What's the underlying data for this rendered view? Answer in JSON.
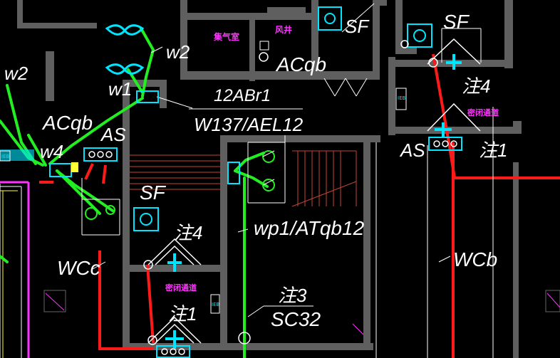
{
  "colors": {
    "background": "#000000",
    "wall": "#5f5f5f",
    "wire_green": "#22ee22",
    "wire_red": "#ff1a1a",
    "device_cyan": "#00e5ff",
    "device_white": "#ffffff",
    "text_white": "#ffffff",
    "text_magenta": "#ff33ff",
    "stair_red": "#d04030",
    "pipe_magenta": "#ff33ff",
    "pipe_yellow": "#ffff33"
  },
  "rooms": {
    "gas_room": "集气室",
    "wind_shaft": "风井",
    "fire_passage_upper": "密闭通道",
    "fire_passage_lower": "密闭通道"
  },
  "labels": {
    "w2_top": "w2",
    "w2_left": "w2",
    "w1": "w1",
    "acqb_top": "ACqb",
    "acqb_left": "ACqb",
    "w4": "w4",
    "as_left": "AS",
    "as_right": "AS",
    "sf_top": "SF",
    "sf_right": "SF",
    "sf_mid": "SF",
    "cable_line1": "12ABr1",
    "cable_line2": "W137/AEL12",
    "zhu4_right": "注4",
    "zhu1_right": "注1",
    "zhu4_mid": "注4",
    "zhu1_mid": "注1",
    "zhu3": "注3",
    "sc32": "SC32",
    "wp1": "wp1/ATqb12",
    "wcc": "WCc",
    "wcb": "WCb",
    "ieb_left": "IEB",
    "ieb_right": "IEB",
    "ieb_mid": "IEB"
  }
}
